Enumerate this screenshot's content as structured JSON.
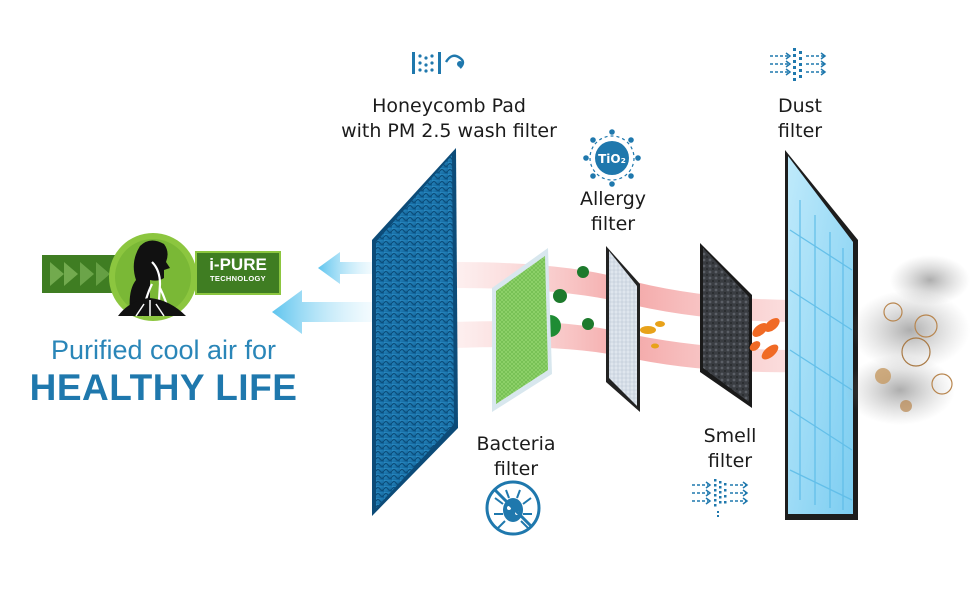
{
  "badge": {
    "title": "i-PURE",
    "subtitle": "TECHNOLOGY",
    "icon": "breathing-person-icon",
    "colors": {
      "dark_green": "#3f7d22",
      "light_green": "#8cc63f"
    }
  },
  "tagline": {
    "line1": "Purified cool air for",
    "line2": "HEALTHY LIFE",
    "color": "#1f78ad"
  },
  "filters": {
    "honeycomb": {
      "line1": "Honeycomb Pad",
      "line2": "with PM 2.5 wash filter",
      "icon": "water-spray-icon"
    },
    "allergy": {
      "line1": "Allergy",
      "line2": "filter",
      "icon": "tio2-molecule-icon",
      "icon_text": "TiO₂"
    },
    "dust": {
      "line1": "Dust",
      "line2": "filter",
      "icon": "dust-blocking-icon"
    },
    "bacteria": {
      "line1": "Bacteria",
      "line2": "filter",
      "icon": "no-bacteria-icon"
    },
    "smell": {
      "line1": "Smell",
      "line2": "filter",
      "icon": "odor-blocking-icon"
    }
  },
  "colors": {
    "icon_blue": "#1f78ad",
    "airflow_red": "#f29a9a",
    "airflow_blue": "#7fd0f0"
  }
}
